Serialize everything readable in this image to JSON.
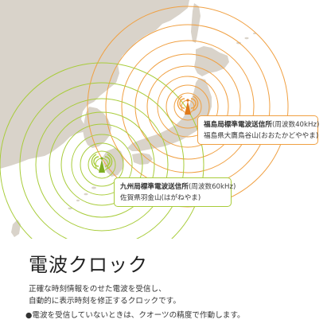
{
  "title": "電波クロック",
  "description": [
    "正確な時刻情報をのせた電波を受信し、",
    "自動的に表示時刻を修正するクロックです。"
  ],
  "note": "●電波を受信していないときは、クオーツの精度で作動します。",
  "transmitters": [
    {
      "id": "fukushima",
      "name": "福島局標準電波送信所",
      "frequency": "(周波数40kHz)",
      "location": "福島県大鷹鳥谷山(おおたかどややま)",
      "color": "#f0a042",
      "icon": "antenna-tower-icon"
    },
    {
      "id": "kyushu",
      "name": "九州局標準電波送信所",
      "frequency": "(周波数60kHz)",
      "location": "佐賀県羽金山(はがねやま)",
      "color": "#a8cc3a",
      "icon": "antenna-tower-icon"
    }
  ],
  "colors": {
    "land": "#d9d3ca",
    "sea": "#ffffff",
    "fukushima_ring": "#f0a042",
    "kyushu_ring": "#a8cc3a"
  }
}
